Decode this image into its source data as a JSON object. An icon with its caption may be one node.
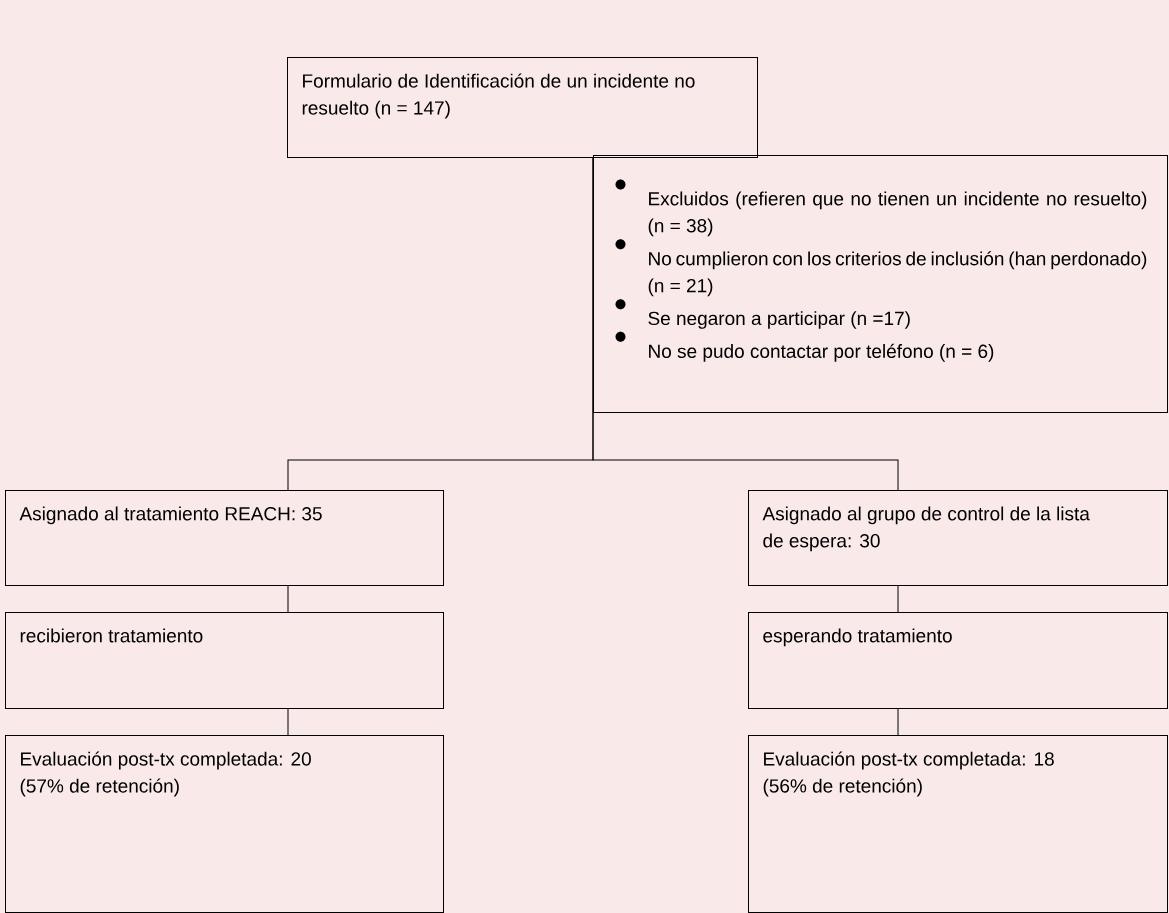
{
  "diagram": {
    "nodes": [
      {
        "text": [
          "Formulario de Identificación de un incidente no resuelto (n = 147)"
        ]
      },
      {
        "text": [
          "Excluidos (refieren que no tienen un incidente no resuelto) (n = 38)",
          "No cumplieron con los criterios de inclusión (han perdonado) (n = 21)",
          "Se negaron a participar (n =17)",
          "No se pudo contactar por teléfono (n = 6)"
        ]
      },
      {
        "text": [
          "Asignado al tratamiento REACH: 35"
        ]
      },
      {
        "text": [
          "Asignado al grupo de control de la lista de espera: 30"
        ]
      },
      {
        "text": [
          "recibieron tratamiento"
        ]
      },
      {
        "text": [
          "esperando tratamiento"
        ]
      },
      {
        "text": [
          "Evaluación post-tx completada: 20 (57% de retención)"
        ]
      },
      {
        "text": [
          "Evaluación post-tx completada: 18 (56% de retención)"
        ]
      }
    ],
    "edges": [
      {
        "from": 0,
        "to": 2,
        "arrow": "none"
      },
      {
        "from": 0,
        "to": 3,
        "arrow": "none"
      },
      {
        "from": 2,
        "to": 4,
        "arrow": "none"
      },
      {
        "from": 3,
        "to": 5,
        "arrow": "none"
      },
      {
        "from": 4,
        "to": 6,
        "arrow": "none"
      },
      {
        "from": 5,
        "to": 7,
        "arrow": "none"
      }
    ]
  }
}
